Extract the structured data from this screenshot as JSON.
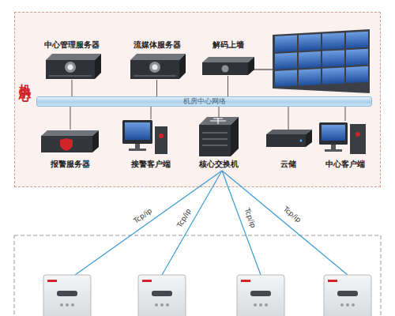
{
  "diagram": {
    "nodes": [
      {
        "text": [
          "机房中心"
        ]
      },
      {
        "text": [
          "中心管理服务器"
        ],
        "in": 0
      },
      {
        "text": [
          "流媒体服务器"
        ],
        "in": 0
      },
      {
        "text": [
          "解码上墙"
        ],
        "in": 0
      },
      {
        "text": [
          "机房中心网络"
        ],
        "in": 0
      },
      {
        "text": [
          "报警服务器"
        ],
        "in": 0
      },
      {
        "text": [
          "接警客户端"
        ],
        "in": 0
      },
      {
        "text": [
          "核心交换机"
        ],
        "in": 0
      },
      {
        "text": [
          "云储"
        ],
        "in": 0
      },
      {
        "text": [
          "中心客户端"
        ],
        "in": 0
      }
    ],
    "edges": [
      {
        "from": 1,
        "to": 4,
        "arrow": "none"
      },
      {
        "from": 2,
        "to": 4,
        "arrow": "none"
      },
      {
        "from": 3,
        "to": 4,
        "arrow": "none"
      },
      {
        "from": 5,
        "to": 4,
        "arrow": "none"
      },
      {
        "from": 6,
        "to": 4,
        "arrow": "none"
      },
      {
        "from": 7,
        "to": 4,
        "arrow": "none"
      },
      {
        "from": 8,
        "to": 4,
        "arrow": "none"
      },
      {
        "from": 9,
        "to": 4,
        "arrow": "none"
      }
    ],
    "labels": [
      "Tcp/ip",
      "Tcp/ip",
      "Tcp/ip",
      "Tcp/ip"
    ]
  }
}
